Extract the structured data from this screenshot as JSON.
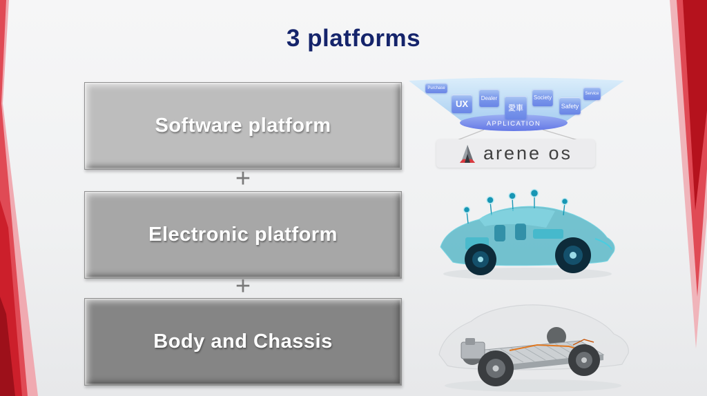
{
  "slide": {
    "title": "3 platforms"
  },
  "colors": {
    "title_navy": "#15246B",
    "accent_red_dark": "#B5121D",
    "accent_red_mid": "#E04A55",
    "accent_red_light": "#F0ADB4",
    "box_software_gray": "#BDBDBD",
    "box_electronic_gray": "#A7A7A7",
    "box_body_gray": "#858585",
    "app_box_blue": "#6E8BE8",
    "funnel_blue": "#BFE0F6",
    "electronic_teal": "#0E9CB4",
    "arene_logo_bg": "#ECECEE"
  },
  "platforms": [
    {
      "label": "Software platform",
      "color": "#BDBDBD"
    },
    {
      "label": "Electronic platform",
      "color": "#A7A7A7"
    },
    {
      "label": "Body and Chassis",
      "color": "#858585"
    }
  ],
  "plus": "+",
  "arene": {
    "apps": [
      "Purchase",
      "UX",
      "Dealer",
      "愛車",
      "Society",
      "Safety",
      "Service"
    ],
    "application_label": "APPLICATION",
    "logo_text": "arene os"
  },
  "icons": [
    "rocket-icon",
    "electronic-car-image",
    "chassis-platform-image",
    "sensor-dots"
  ]
}
